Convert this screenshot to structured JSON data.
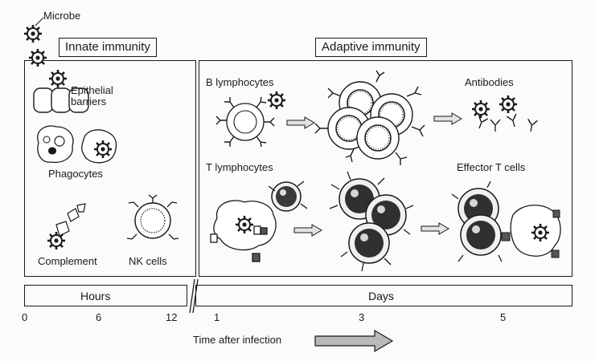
{
  "labels": {
    "microbe": "Microbe",
    "innate_title": "Innate immunity",
    "adaptive_title": "Adaptive immunity",
    "epithelial_1": "Epithelial",
    "epithelial_2": "barriers",
    "phagocytes": "Phagocytes",
    "complement": "Complement",
    "nk_cells": "NK cells",
    "b_lymphocytes": "B lymphocytes",
    "antibodies": "Antibodies",
    "t_lymphocytes": "T lymphocytes",
    "effector_t_cells": "Effector T cells"
  },
  "timeline": {
    "hours_label": "Hours",
    "days_label": "Days",
    "ticks": [
      "0",
      "6",
      "12",
      "1",
      "3",
      "5"
    ],
    "axis_label": "Time after infection"
  },
  "colors": {
    "ink": "#1a1a1a",
    "paper": "#fbfbf9",
    "arrow_fill": "#b9b9b9"
  }
}
